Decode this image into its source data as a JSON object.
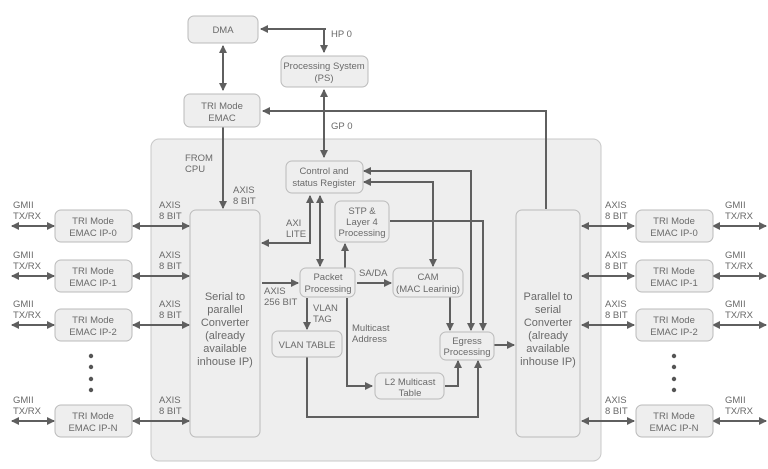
{
  "diagram": {
    "blocks": {
      "dma": [
        "DMA"
      ],
      "ps": [
        "Processing System",
        "(PS)"
      ],
      "tri_top": [
        "TRI Mode",
        "EMAC"
      ],
      "csr": [
        "Control and",
        "status Register"
      ],
      "stp": [
        "STP &",
        "Layer 4",
        "Processing"
      ],
      "packet": [
        "Packet",
        "Processing"
      ],
      "cam": [
        "CAM",
        "(MAC Learinig)"
      ],
      "vlan": [
        "VLAN TABLE"
      ],
      "l2": [
        "L2 Multicast",
        "Table"
      ],
      "egress": [
        "Egress",
        "Processing"
      ],
      "s2p": [
        "Serial to",
        "parallel",
        "Converter",
        "(already",
        "available",
        "inhouse IP)"
      ],
      "p2s": [
        "Parallel to",
        "serial",
        "Converter",
        "(already",
        "available",
        "inhouse IP)"
      ]
    },
    "left_emacs": [
      [
        "TRI Mode",
        "EMAC IP-0"
      ],
      [
        "TRI Mode",
        "EMAC IP-1"
      ],
      [
        "TRI Mode",
        "EMAC IP-2"
      ],
      [
        "TRI Mode",
        "EMAC IP-N"
      ]
    ],
    "right_emacs": [
      [
        "TRI Mode",
        "EMAC IP-0"
      ],
      [
        "TRI Mode",
        "EMAC IP-1"
      ],
      [
        "TRI Mode",
        "EMAC IP-2"
      ],
      [
        "TRI Mode",
        "EMAC IP-N"
      ]
    ],
    "labels": {
      "hp0": "HP 0",
      "gp0": "GP 0",
      "from_cpu": [
        "FROM",
        "CPU"
      ],
      "axis8": [
        "AXIS",
        "8 BIT"
      ],
      "gmii": [
        "GMII",
        "TX/RX"
      ],
      "axi_lite": [
        "AXI",
        "LITE"
      ],
      "axis256": [
        "AXIS",
        "256 BIT"
      ],
      "sada": "SA/DA",
      "vlan_tag": [
        "VLAN",
        "TAG"
      ],
      "multicast": [
        "Multicast",
        "Address"
      ]
    }
  }
}
